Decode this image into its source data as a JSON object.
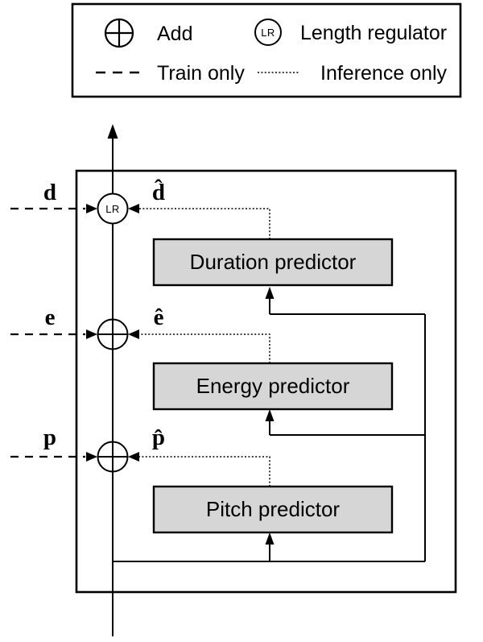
{
  "legend": {
    "add_label": "Add",
    "lr_symbol": "LR",
    "length_regulator_label": "Length regulator",
    "train_only_label": "Train only",
    "inference_only_label": "Inference only"
  },
  "diagram": {
    "lr_symbol": "LR",
    "blocks": [
      {
        "id": "duration",
        "label": "Duration predictor"
      },
      {
        "id": "energy",
        "label": "Energy predictor"
      },
      {
        "id": "pitch",
        "label": "Pitch predictor"
      }
    ],
    "inputs": {
      "duration_true": "d",
      "energy_true": "e",
      "pitch_true": "p",
      "duration_pred": "d̂",
      "energy_pred": "ê",
      "pitch_pred": "p̂"
    },
    "colors": {
      "block_fill": "#d6d6d6",
      "line": "#000000",
      "background": "#ffffff"
    }
  }
}
